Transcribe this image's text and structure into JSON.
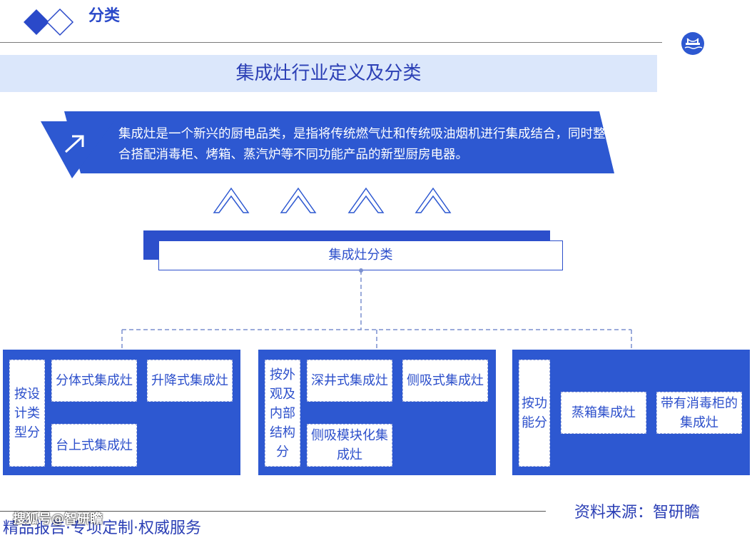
{
  "header": {
    "title": "分类"
  },
  "banner": {
    "title": "集成灶行业定义及分类"
  },
  "definition": {
    "text": "集成灶是一个新兴的厨电品类，是指将传统燃气灶和传统吸油烟机进行集成结合，同时整合搭配消毒柜、烤箱、蒸汽炉等不同功能产品的新型厨房电器。"
  },
  "classification": {
    "title": "集成灶分类"
  },
  "groups": [
    {
      "category": "按设计类型分",
      "items": [
        "分体式集成灶",
        "升降式集成灶",
        "台上式集成灶"
      ]
    },
    {
      "category": "按外观及内部结构分",
      "items": [
        "深井式集成灶",
        "侧吸式集成灶",
        "侧吸模块化集成灶"
      ]
    },
    {
      "category": "按功能分",
      "items": [
        "蒸箱集成灶",
        "带有消毒柜的集成灶"
      ]
    }
  ],
  "footer": {
    "source": "资料来源：智研瞻",
    "slogan": "精品报告·专项定制·权威服务",
    "watermark": "搜狐号@智研瞻"
  },
  "colors": {
    "primary": "#2d58d1",
    "banner": "#dbe7fb",
    "text_blue": "#2b3fb5"
  },
  "icons": [
    "diamond-logo-icon",
    "arrow-up-right-icon",
    "chevron-up-icon",
    "bridge-logo-icon"
  ]
}
